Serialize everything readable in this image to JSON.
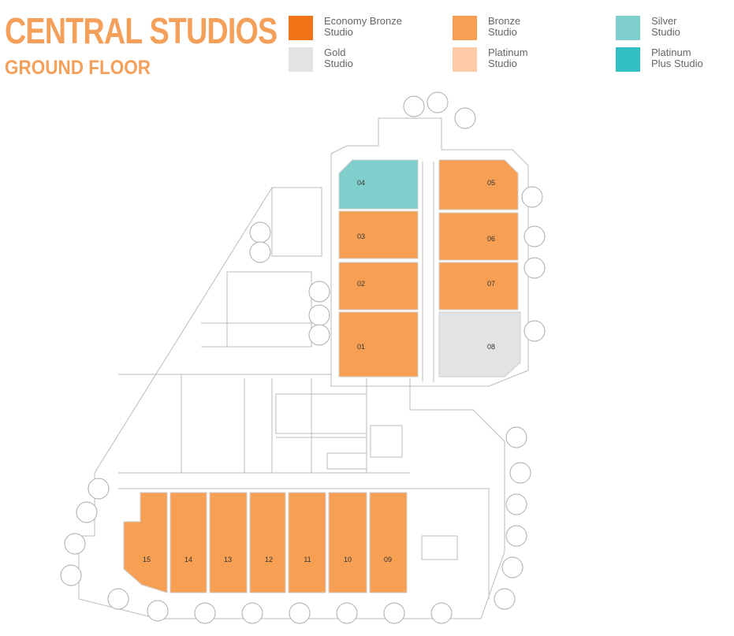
{
  "header": {
    "title": "CENTRAL STUDIOS",
    "subtitle": "GROUND FLOOR"
  },
  "legend": [
    {
      "label": "Economy Bronze\nStudio",
      "color": "#F07417"
    },
    {
      "label": "Bronze\nStudio",
      "color": "#F7A054"
    },
    {
      "label": "Silver\nStudio",
      "color": "#7FCFCD"
    },
    {
      "label": "Gold\nStudio",
      "color": "#E3E3E3"
    },
    {
      "label": "Platinum\nStudio",
      "color": "#FCCBA5"
    },
    {
      "label": "Platinum\nPlus Studio",
      "color": "#33BFC4"
    }
  ],
  "units": [
    {
      "id": "01",
      "type": "Bronze"
    },
    {
      "id": "02",
      "type": "Bronze"
    },
    {
      "id": "03",
      "type": "Bronze"
    },
    {
      "id": "04",
      "type": "Silver"
    },
    {
      "id": "05",
      "type": "Bronze"
    },
    {
      "id": "06",
      "type": "Bronze"
    },
    {
      "id": "07",
      "type": "Bronze"
    },
    {
      "id": "08",
      "type": "Gold"
    },
    {
      "id": "09",
      "type": "Bronze"
    },
    {
      "id": "10",
      "type": "Bronze"
    },
    {
      "id": "11",
      "type": "Bronze"
    },
    {
      "id": "12",
      "type": "Bronze"
    },
    {
      "id": "13",
      "type": "Bronze"
    },
    {
      "id": "14",
      "type": "Bronze"
    },
    {
      "id": "15",
      "type": "Bronze"
    }
  ]
}
